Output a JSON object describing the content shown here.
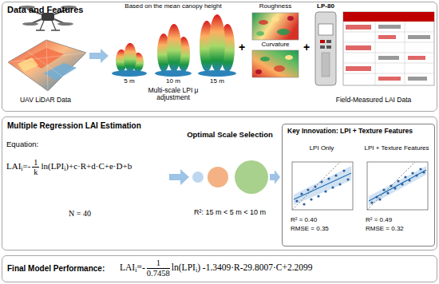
{
  "diagram": {
    "nodes": [
      {
        "text": [
          "Data and Features"
        ]
      },
      {
        "text": [
          "Multiple Regression LAI Estimation"
        ]
      },
      {
        "text": [
          "Key Innovation: LPI + Texture Features"
        ],
        "in": 1
      },
      {
        "text": [
          "LPI Only",
          "R² = 0.40",
          "RMSE = 0.35"
        ],
        "in": 2
      },
      {
        "text": [
          "LPI + Texture Features",
          "R² = 0.49",
          "RMSE = 0.32"
        ],
        "in": 2
      },
      {
        "text": [
          "Final Model Performance:"
        ]
      }
    ],
    "labels": [
      "UAV LiDAR Data",
      "Based on the mean canopy height",
      "5 m",
      "10 m",
      "15 m",
      "Multi-scale LPI μ adjustment",
      "+",
      "Roughness",
      "Curvature",
      "+",
      "LP-80",
      "Field-Measured LAI Data",
      "Equation:",
      "LAI",
      "i",
      "=-",
      "1",
      "k",
      "ln(LPI",
      "i",
      ")+c·R+d·C+e·D+b",
      "N = 40",
      "Optimal Scale Selection",
      "R²: 15 m < 5 m < 10 m",
      "LAI",
      "i",
      "=-",
      "1",
      "0.7458",
      "ln(LPI",
      "i",
      ") -1.3409·R-29.8007·C+2.2099"
    ]
  }
}
